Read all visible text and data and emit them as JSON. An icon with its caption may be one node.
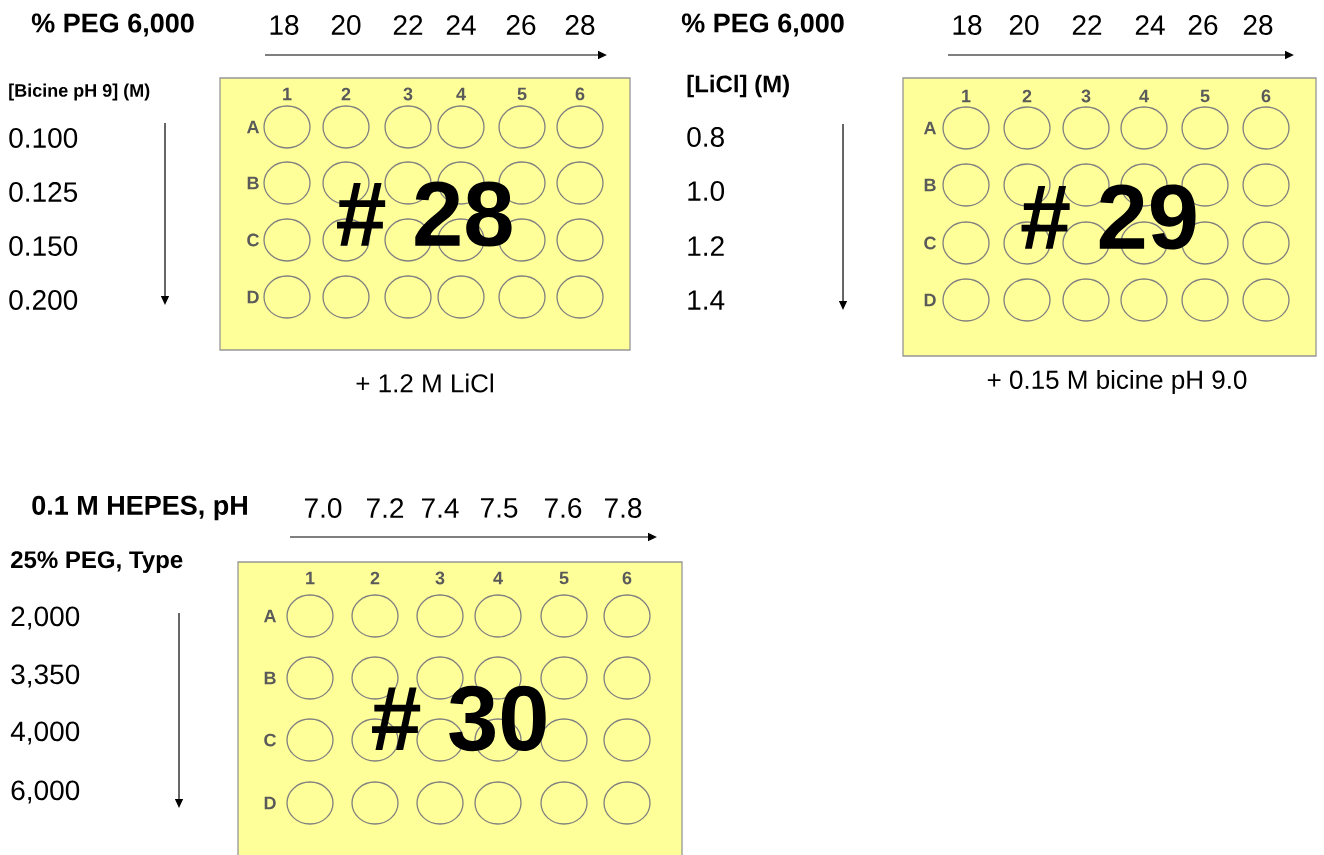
{
  "diagram": {
    "nodes": [
      {
        "text": [
          "# 28"
        ],
        "beside": [
          "+ 1.2 M LiCl"
        ]
      },
      {
        "text": [
          "# 29"
        ],
        "beside": [
          "+ 0.15 M bicine pH 9.0"
        ]
      },
      {
        "text": [
          "# 30"
        ]
      }
    ],
    "labels": [
      "% PEG 6,000",
      "18",
      "20",
      "22",
      "24",
      "26",
      "28",
      "[Bicine pH 9] (M)",
      "0.100",
      "0.125",
      "0.150",
      "0.200",
      "1",
      "2",
      "3",
      "4",
      "5",
      "6",
      "A",
      "B",
      "C",
      "D",
      "% PEG 6,000",
      "18",
      "20",
      "22",
      "24",
      "26",
      "28",
      "[LiCl] (M)",
      "0.8",
      "1.0",
      "1.2",
      "1.4",
      "1",
      "2",
      "3",
      "4",
      "5",
      "6",
      "A",
      "B",
      "C",
      "D",
      "0.1 M HEPES, pH",
      "7.0",
      "7.2",
      "7.4",
      "7.5",
      "7.6",
      "7.8",
      "25% PEG, Type",
      "2,000",
      "3,350",
      "4,000",
      "6,000",
      "1",
      "2",
      "3",
      "4",
      "5",
      "6",
      "A",
      "B",
      "C",
      "D"
    ]
  }
}
